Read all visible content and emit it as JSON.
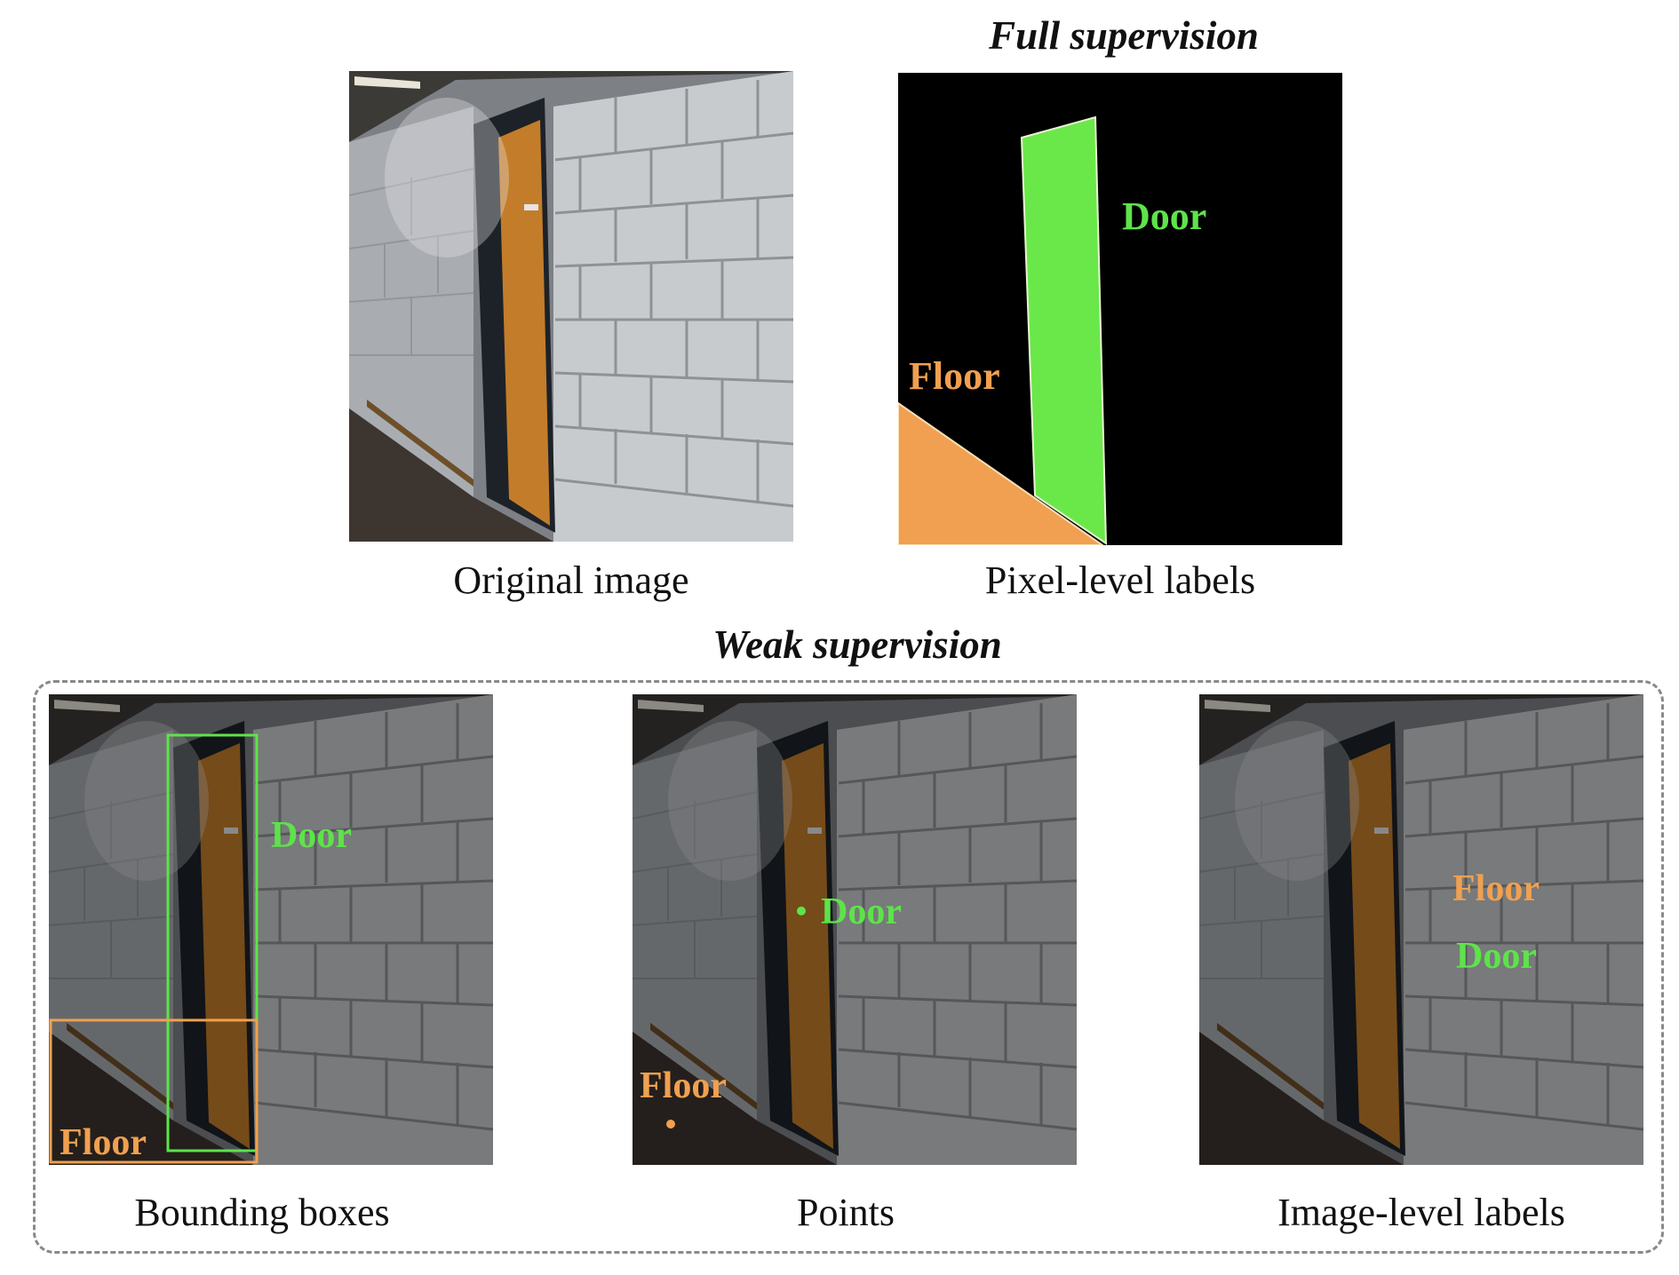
{
  "full_heading": "Full supervision",
  "weak_heading": "Weak supervision",
  "captions": {
    "original": "Original image",
    "pixel": "Pixel-level labels",
    "bbox": "Bounding boxes",
    "points": "Points",
    "image_level": "Image-level labels"
  },
  "labels": {
    "door": "Door",
    "floor": "Floor"
  },
  "colors": {
    "door": "#5ee34a",
    "floor": "#f0a050",
    "mask_background": "#000000"
  }
}
